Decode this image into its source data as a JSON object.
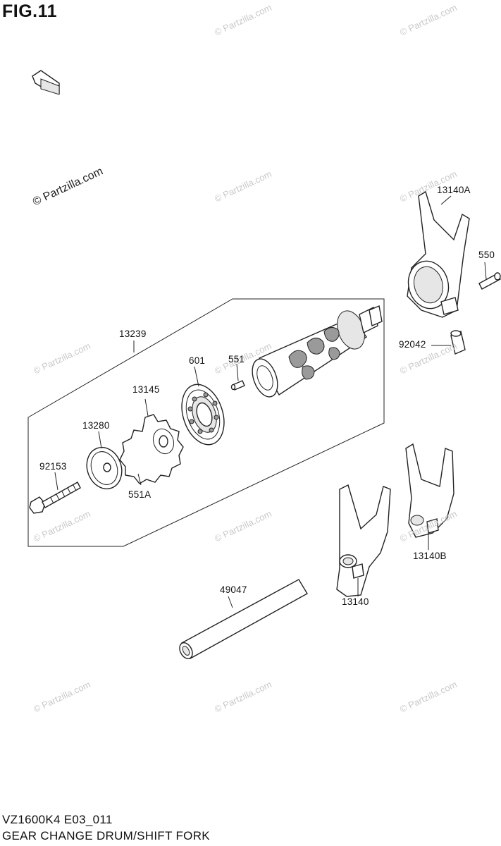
{
  "figure": {
    "title": "FIG.11"
  },
  "watermarks": {
    "main": "© Partzilla.com",
    "tile": "© Partzilla.com"
  },
  "labels": {
    "p13140A": "13140A",
    "p550": "550",
    "p92042": "92042",
    "p13239": "13239",
    "p601": "601",
    "p551": "551",
    "p13145": "13145",
    "p13280": "13280",
    "p92153": "92153",
    "p551A": "551A",
    "p13140B": "13140B",
    "p13140": "13140",
    "p49047": "49047"
  },
  "footer": {
    "model_code": "VZ1600K4 E03_011",
    "section_name": "GEAR CHANGE DRUM/SHIFT FORK"
  },
  "icons": {
    "front_arrow": "front-direction-arrow-icon"
  }
}
